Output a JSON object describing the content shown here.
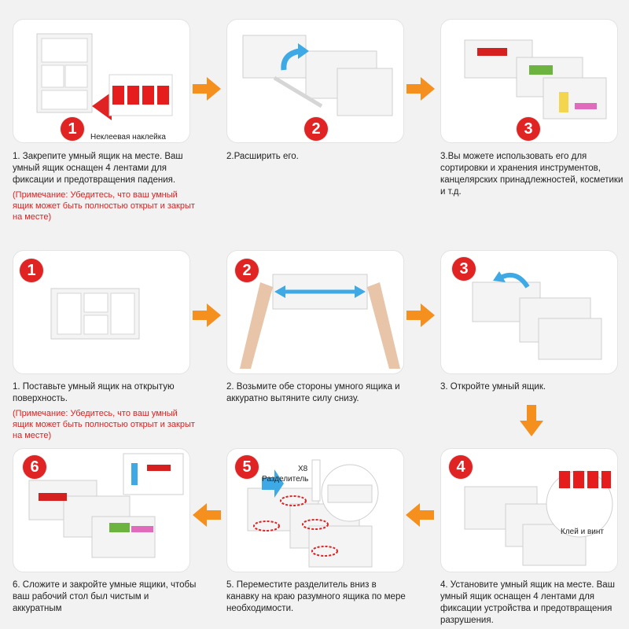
{
  "top": {
    "step1": {
      "badge": "1",
      "sticker_label": "Неклеевая наклейка",
      "text": "1. Закрепите умный ящик на месте. Ваш умный ящик оснащен 4 лентами для фиксации и предотвращения падения.",
      "note": "(Примечание: Убедитесь, что ваш умный ящик может быть полностью открыт и закрыт на месте)"
    },
    "step2": {
      "badge": "2",
      "text": "2.Расширить его."
    },
    "step3": {
      "badge": "3",
      "text": "3.Вы можете использовать его для сортировки и хранения инструментов, канцелярских принадлежностей, косметики и т.д."
    }
  },
  "bottom": {
    "step1": {
      "badge": "1",
      "text": "1. Поставьте умный ящик на открытую поверхность.",
      "note": "(Примечание: Убедитесь, что ваш умный ящик может быть полностью открыт и закрыт на месте)"
    },
    "step2": {
      "badge": "2",
      "text": "2. Возьмите обе стороны умного ящика и аккуратно вытяните силу снизу."
    },
    "step3": {
      "badge": "3",
      "text": "3. Откройте умный ящик."
    },
    "step4": {
      "badge": "4",
      "glue_label": "Клей и винт",
      "text": "4. Установите умный ящик на месте. Ваш умный ящик оснащен 4 лентами для фиксации устройства и предотвращения разрушения."
    },
    "step5": {
      "badge": "5",
      "x8_label": "X8",
      "divider_label": "Разделитель",
      "text": "5. Переместите разделитель вниз в канавку на краю разумного ящика по мере необходимости."
    },
    "step6": {
      "badge": "6",
      "text": "6. Сложите и закройте умные ящики, чтобы ваш рабочий стол был чистым и аккуратным"
    }
  },
  "colors": {
    "accent_red": "#e02323",
    "arrow_orange": "#f5901e",
    "sky_blue": "#3ea9e4"
  }
}
